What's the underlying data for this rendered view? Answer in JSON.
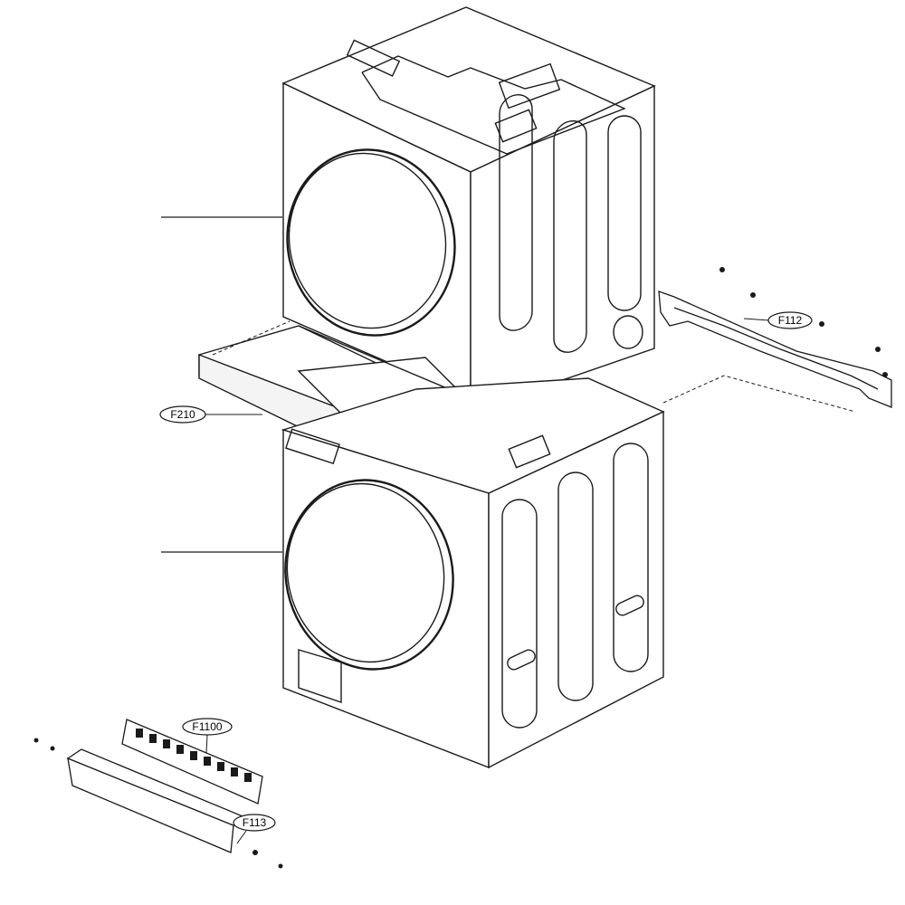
{
  "diagram": {
    "callouts": {
      "f210": "F210",
      "f112": "F112",
      "f1100": "F1100",
      "f113": "F113"
    },
    "colors": {
      "line": "#1a1a1a",
      "fill": "#ffffff",
      "panel": "#f4f4f4"
    }
  }
}
